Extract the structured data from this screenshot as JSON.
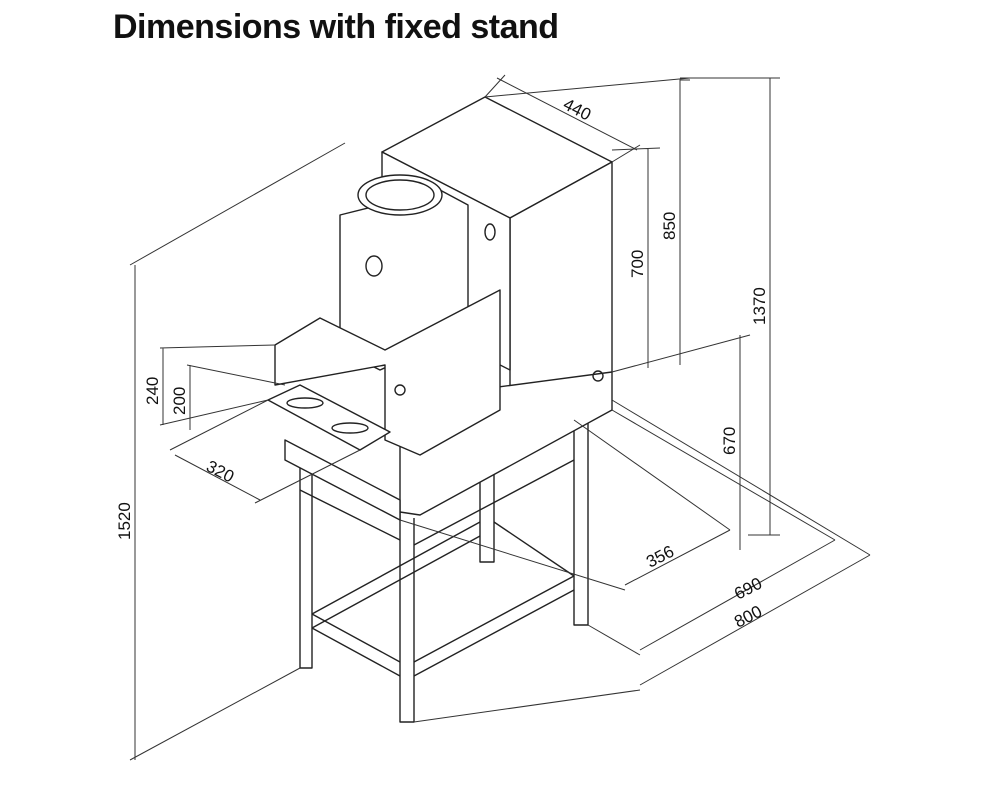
{
  "title": "Dimensions with fixed stand",
  "dimensions": {
    "width_top": "440",
    "height_machine": "850",
    "height_body": "700",
    "height_total_right": "1370",
    "height_stand": "670",
    "depth_front": "356",
    "depth_stand": "690",
    "depth_total": "800",
    "height_total_left": "1520",
    "tray_height_outer": "240",
    "tray_height_inner": "200",
    "tray_width": "320"
  }
}
